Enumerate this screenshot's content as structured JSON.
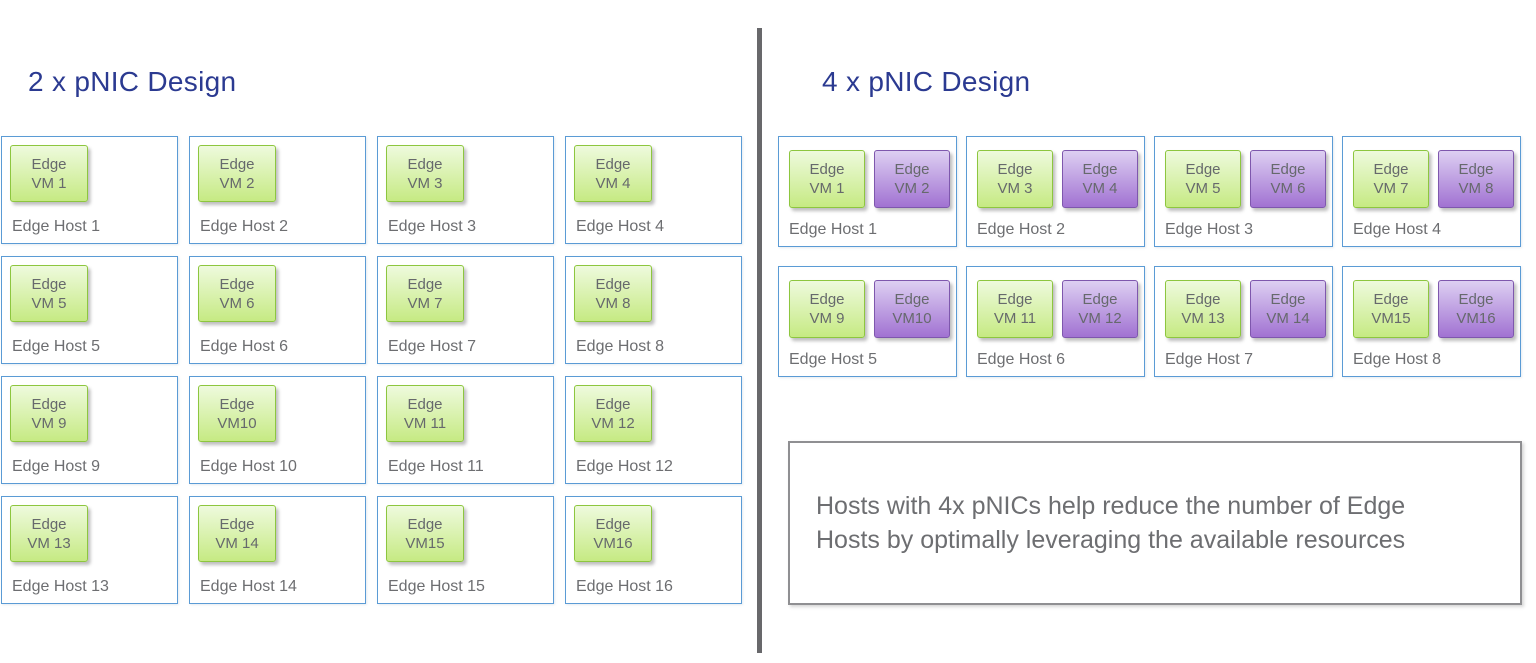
{
  "colors": {
    "title_navy": "#2b3a91",
    "host_border_blue": "#5b9bd5",
    "host_label_gray": "#6d6e71",
    "vm_text_gray": "#66696c",
    "vm_green_border": "#8dc63f",
    "vm_green_top": "#eefadd",
    "vm_green_bottom": "#c6ea83",
    "vm_purple_border": "#7e57ad",
    "vm_purple_top": "#ddcff2",
    "vm_purple_bottom": "#a172d2",
    "divider_gray": "#68686b",
    "note_border_gray": "#8f8f92"
  },
  "left_panel": {
    "title": "2 x pNIC Design",
    "hosts": [
      {
        "label": "Edge Host 1",
        "vm": {
          "line1": "Edge",
          "line2": "VM 1"
        }
      },
      {
        "label": "Edge Host 2",
        "vm": {
          "line1": "Edge",
          "line2": "VM 2"
        }
      },
      {
        "label": "Edge Host 3",
        "vm": {
          "line1": "Edge",
          "line2": "VM 3"
        }
      },
      {
        "label": "Edge Host 4",
        "vm": {
          "line1": "Edge",
          "line2": "VM 4"
        }
      },
      {
        "label": "Edge Host 5",
        "vm": {
          "line1": "Edge",
          "line2": "VM 5"
        }
      },
      {
        "label": "Edge Host 6",
        "vm": {
          "line1": "Edge",
          "line2": "VM 6"
        }
      },
      {
        "label": "Edge Host 7",
        "vm": {
          "line1": "Edge",
          "line2": "VM 7"
        }
      },
      {
        "label": "Edge Host 8",
        "vm": {
          "line1": "Edge",
          "line2": "VM 8"
        }
      },
      {
        "label": "Edge Host 9",
        "vm": {
          "line1": "Edge",
          "line2": "VM 9"
        }
      },
      {
        "label": "Edge Host 10",
        "vm": {
          "line1": "Edge",
          "line2": "VM10"
        }
      },
      {
        "label": "Edge Host 11",
        "vm": {
          "line1": "Edge",
          "line2": "VM 11"
        }
      },
      {
        "label": "Edge Host 12",
        "vm": {
          "line1": "Edge",
          "line2": "VM 12"
        }
      },
      {
        "label": "Edge Host 13",
        "vm": {
          "line1": "Edge",
          "line2": "VM 13"
        }
      },
      {
        "label": "Edge Host 14",
        "vm": {
          "line1": "Edge",
          "line2": "VM 14"
        }
      },
      {
        "label": "Edge Host 15",
        "vm": {
          "line1": "Edge",
          "line2": "VM15"
        }
      },
      {
        "label": "Edge Host 16",
        "vm": {
          "line1": "Edge",
          "line2": "VM16"
        }
      }
    ]
  },
  "right_panel": {
    "title": "4 x pNIC Design",
    "hosts": [
      {
        "label": "Edge Host 1",
        "vm1": {
          "line1": "Edge",
          "line2": "VM 1"
        },
        "vm2": {
          "line1": "Edge",
          "line2": "VM 2"
        }
      },
      {
        "label": "Edge Host 2",
        "vm1": {
          "line1": "Edge",
          "line2": "VM 3"
        },
        "vm2": {
          "line1": "Edge",
          "line2": "VM 4"
        }
      },
      {
        "label": "Edge Host 3",
        "vm1": {
          "line1": "Edge",
          "line2": "VM 5"
        },
        "vm2": {
          "line1": "Edge",
          "line2": "VM 6"
        }
      },
      {
        "label": "Edge Host 4",
        "vm1": {
          "line1": "Edge",
          "line2": "VM 7"
        },
        "vm2": {
          "line1": "Edge",
          "line2": "VM 8"
        }
      },
      {
        "label": "Edge Host 5",
        "vm1": {
          "line1": "Edge",
          "line2": "VM 9"
        },
        "vm2": {
          "line1": "Edge",
          "line2": "VM10"
        }
      },
      {
        "label": "Edge Host 6",
        "vm1": {
          "line1": "Edge",
          "line2": "VM 11"
        },
        "vm2": {
          "line1": "Edge",
          "line2": "VM 12"
        }
      },
      {
        "label": "Edge Host 7",
        "vm1": {
          "line1": "Edge",
          "line2": "VM 13"
        },
        "vm2": {
          "line1": "Edge",
          "line2": "VM 14"
        }
      },
      {
        "label": "Edge Host 8",
        "vm1": {
          "line1": "Edge",
          "line2": "VM15"
        },
        "vm2": {
          "line1": "Edge",
          "line2": "VM16"
        }
      }
    ],
    "note_lines": {
      "line1": "Hosts with 4x pNICs help reduce the number of Edge",
      "line2": "Hosts by optimally leveraging the available resources"
    }
  }
}
